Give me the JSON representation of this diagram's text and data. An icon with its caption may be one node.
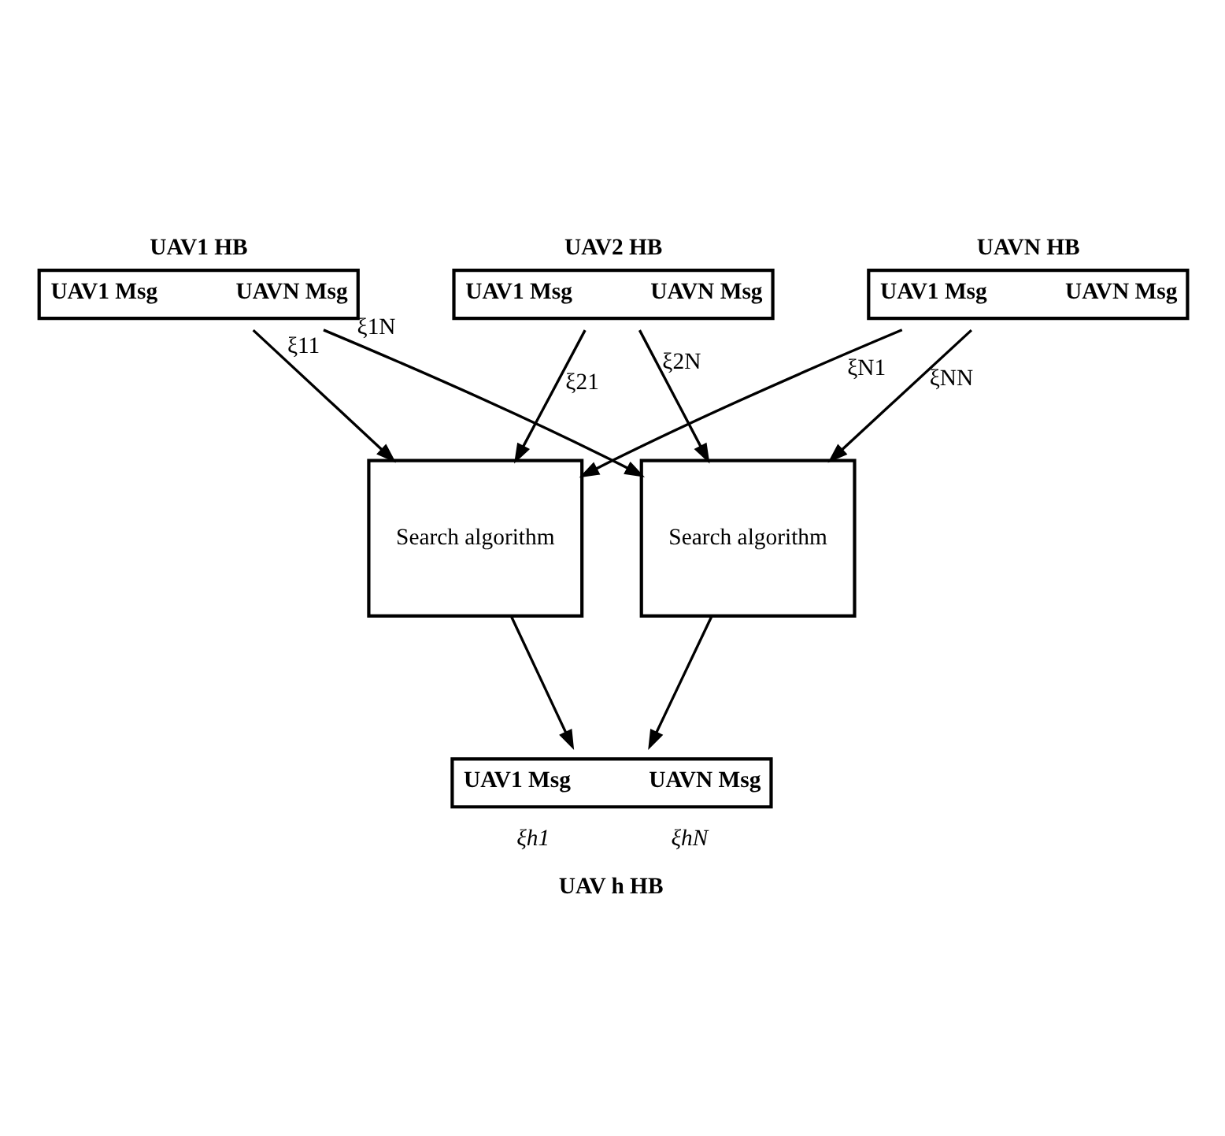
{
  "diagram": {
    "nodes": [
      {
        "text": [
          "UAV1 HB",
          "UAV1 Msg",
          "UAVN Msg"
        ]
      },
      {
        "text": [
          "UAV2 HB",
          "UAV1 Msg",
          "UAVN Msg"
        ]
      },
      {
        "text": [
          "UAVN HB",
          "UAV1 Msg",
          "UAVN Msg"
        ]
      },
      {
        "text": [
          "Search algorithm"
        ]
      },
      {
        "text": [
          "Search algorithm"
        ]
      },
      {
        "text": [
          "UAV1 Msg",
          "UAVN Msg",
          "UAV h HB"
        ],
        "beside": [
          "ξh1",
          "ξhN"
        ]
      }
    ],
    "edges": [
      {
        "from": 0,
        "to": 3,
        "arrow": "to",
        "label": "ξ11"
      },
      {
        "from": 0,
        "to": 4,
        "arrow": "to",
        "label": "ξ1N"
      },
      {
        "from": 1,
        "to": 3,
        "arrow": "to",
        "label": "ξ21"
      },
      {
        "from": 1,
        "to": 4,
        "arrow": "to",
        "label": "ξ2N"
      },
      {
        "from": 2,
        "to": 3,
        "arrow": "to",
        "label": "ξN1"
      },
      {
        "from": 2,
        "to": 4,
        "arrow": "to",
        "label": "ξNN"
      },
      {
        "from": 3,
        "to": 5,
        "arrow": "to"
      },
      {
        "from": 4,
        "to": 5,
        "arrow": "to"
      }
    ]
  }
}
